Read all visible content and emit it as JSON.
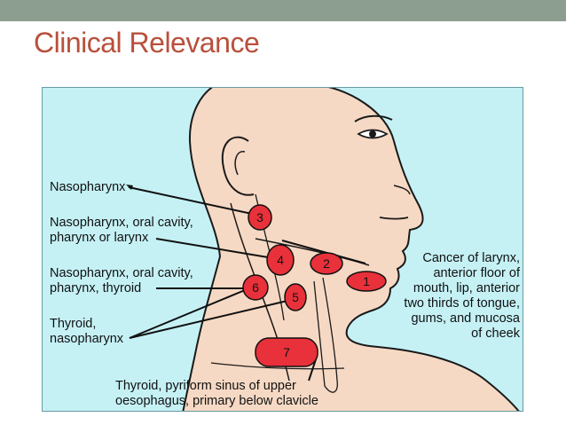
{
  "slide": {
    "title": "Clinical Relevance"
  },
  "diagram": {
    "nodes": [
      {
        "id": "1",
        "label": "1"
      },
      {
        "id": "2",
        "label": "2"
      },
      {
        "id": "3",
        "label": "3"
      },
      {
        "id": "4",
        "label": "4"
      },
      {
        "id": "5",
        "label": "5"
      },
      {
        "id": "6",
        "label": "6"
      },
      {
        "id": "7",
        "label": "7"
      }
    ],
    "callouts": {
      "nasopharynx": "Nasopharynx",
      "oral_larynx": "Nasopharynx, oral cavity,\npharynx or larynx",
      "oral_thyroid": "Nasopharynx, oral cavity,\npharynx, thyroid",
      "thyroid_naso": "Thyroid,\nnasopharynx",
      "cancer_larynx": "Cancer of larynx,\nanterior floor of\nmouth, lip, anterior\ntwo thirds of tongue,\ngums, and mucosa\nof cheek",
      "thyroid_pyriform": "Thyroid, pyriform sinus of upper\noesophagus, primary below clavicle"
    },
    "colors": {
      "background": "#c5f1f5",
      "skin": "#f6d9c4",
      "node_fill": "#e8313a",
      "title": "#b8503c",
      "top_bar": "#8c9e90"
    }
  }
}
